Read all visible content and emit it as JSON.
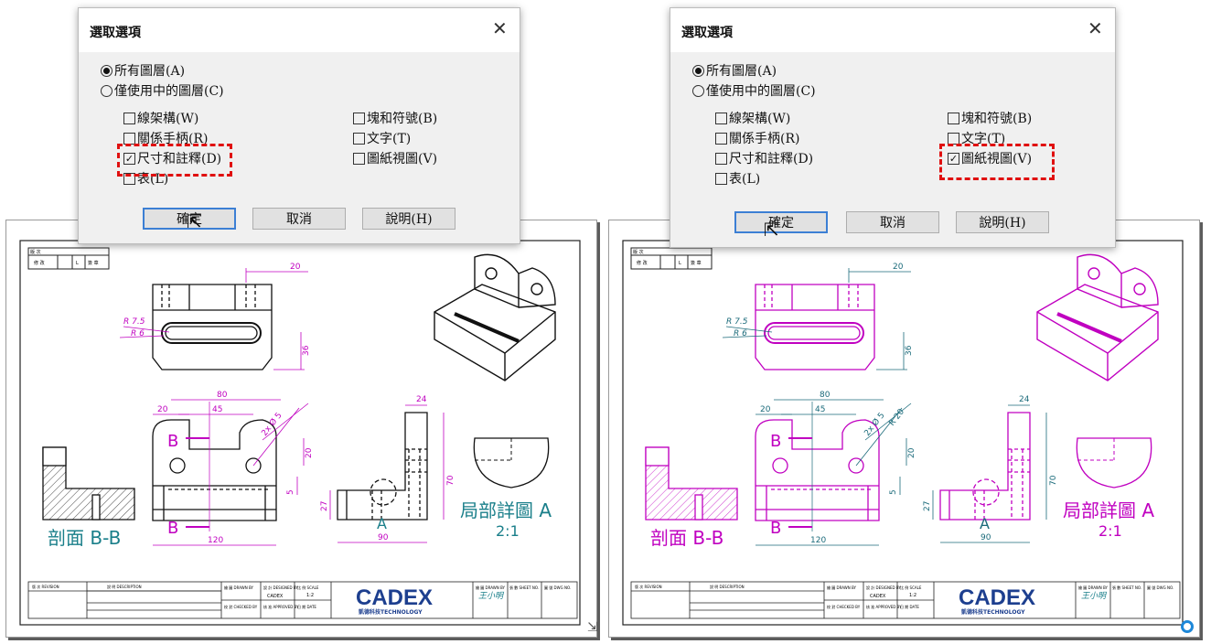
{
  "dialog": {
    "title": "選取選項",
    "close_glyph": "✕",
    "radio_all": "所有圖層(A)",
    "radio_used": "僅使用中的圖層(C)",
    "cb": {
      "wireframe": "線架構(W)",
      "handles": "關係手柄(R)",
      "dims": "尺寸和註釋(D)",
      "tables": "表(L)",
      "blocks": "塊和符號(B)",
      "text": "文字(T)",
      "views": "圖紙視圖(V)"
    },
    "ok": "確定",
    "cancel": "取消",
    "help": "說明(H)"
  },
  "left_dialog_state": {
    "checked": "dims"
  },
  "right_dialog_state": {
    "checked": "views"
  },
  "drawing": {
    "dims": {
      "d20_top": "20",
      "r75": "R 7.5",
      "r6": "R 6",
      "d36": "36",
      "d80": "80",
      "d20_left": "20",
      "d45": "45",
      "d2x5": "2x Ø 5",
      "r20": "R 20",
      "d20_right": "20",
      "d5": "5",
      "d120": "120",
      "d24": "24",
      "d70": "70",
      "d27": "27",
      "d90": "90"
    },
    "section_b": "B",
    "section_a": "A",
    "section_label": "剖面 B-B",
    "detail_label": "局部詳圖 A",
    "detail_scale": "2:1",
    "title_block": {
      "logo": "CADEX",
      "logo_sub": "凱德科技TECHNOLOGY",
      "rev_label": "版 次   REVISION",
      "desc_label": "說 明     DESCRIPTION",
      "drawn": "繪 圖  DRAWN BY",
      "checked": "校 對  CHECKED BY",
      "designed": "設 計  DESIGNED BY",
      "approved": "核 准  APPROVED BY",
      "scale": "比 例  SCALE",
      "scale_val": "1:2",
      "date": "日 期  DATE",
      "name_handwritten": "王小明",
      "sheet": "張 數  SHEET NO.",
      "drawing_no": "圖 號  DWG NO.",
      "cadex_small": "CADEX"
    },
    "rev_table": {
      "head": "版 次",
      "c1": "修 改",
      "c2": "L",
      "c3": "簽 章"
    }
  },
  "colors": {
    "left_lines": "#111111",
    "left_dims": "#c000c0",
    "right_lines": "#c000c0",
    "right_dims": "#1a6a7a",
    "label_teal": "#1a7f8a",
    "section_b": "#c000c0"
  }
}
